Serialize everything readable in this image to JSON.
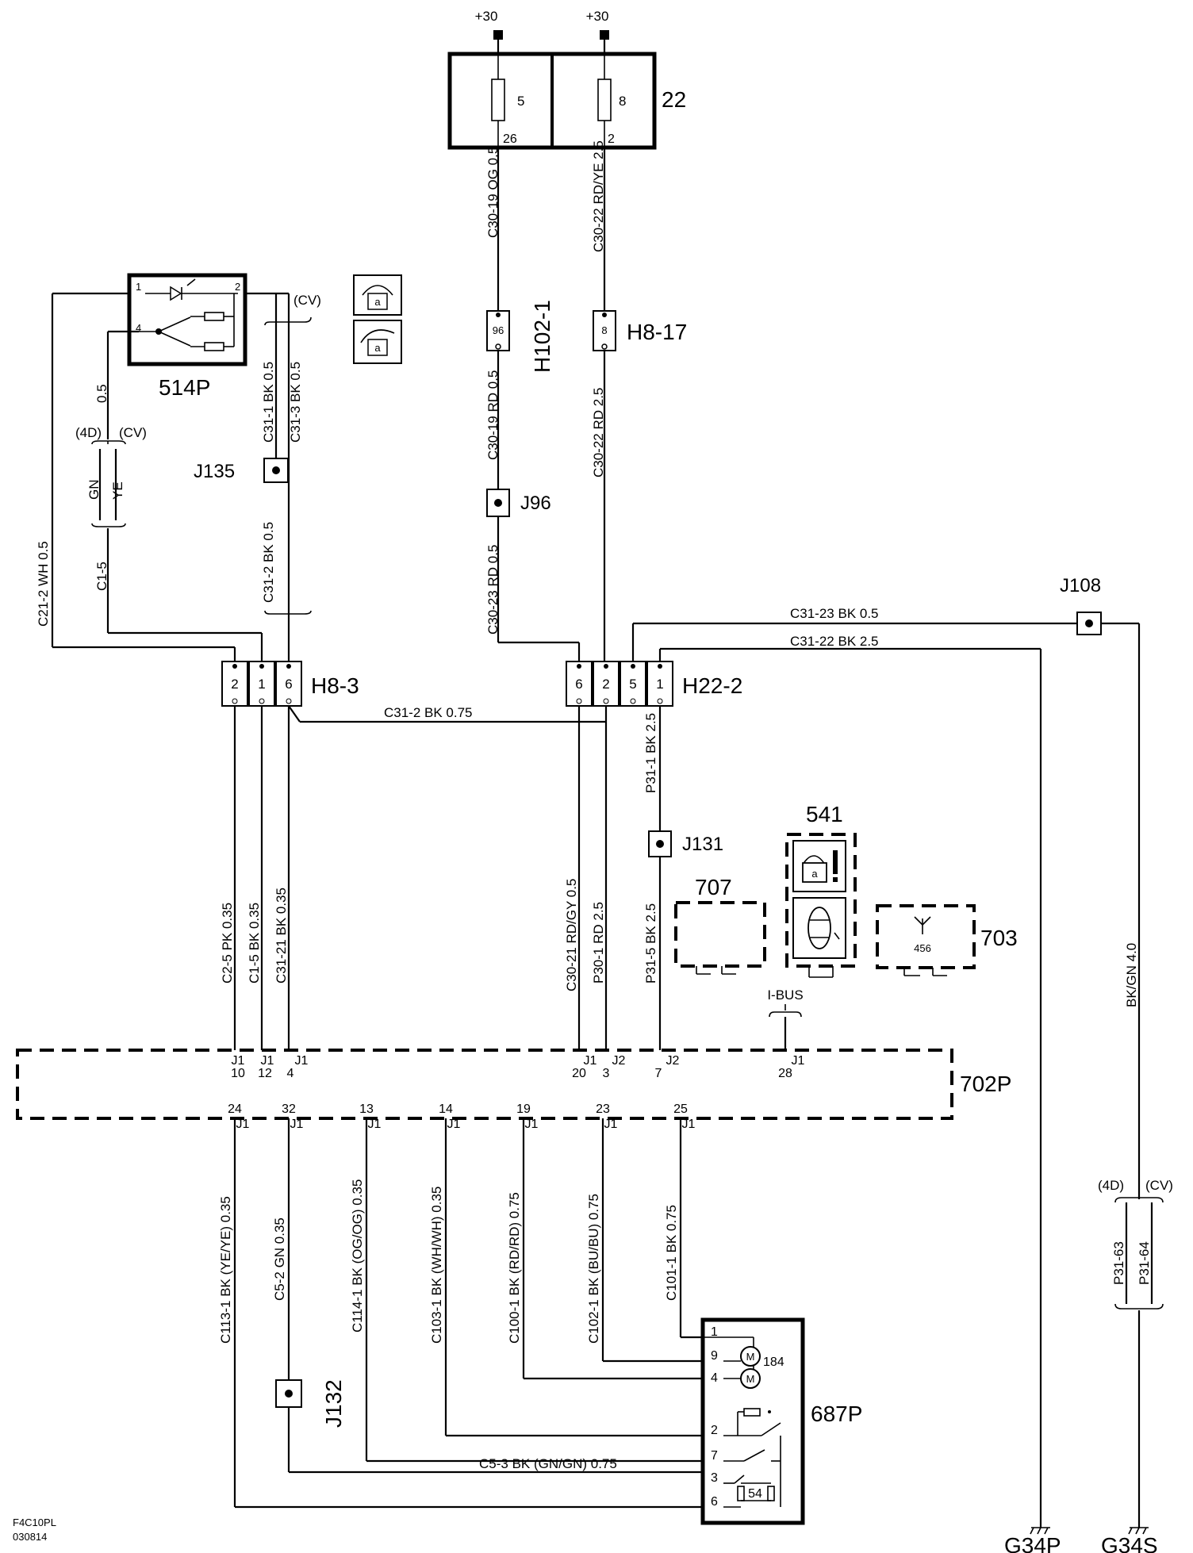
{
  "supply": {
    "left": "+30",
    "right": "+30"
  },
  "fusebox": {
    "id": "22",
    "fuse_left": "5",
    "fuse_left_pin": "26",
    "fuse_right": "8",
    "fuse_right_pin": "2"
  },
  "wires": {
    "c30_19_og": "C30-19  OG  0.5",
    "c30_22_rdye": "C30-22  RD/YE  2.5",
    "c30_19_rd": "C30-19  RD  0.5",
    "c30_22_rd": "C30-22  RD  2.5",
    "c30_23_rd": "C30-23  RD  0.5",
    "c21_2_wh": "C21-2  WH  0.5",
    "c1_5": "C1-5",
    "gn": "GN",
    "ye": "YE",
    "w_05": "0.5",
    "c31_1": "C31-1  BK  0.5",
    "c31_3": "C31-3  BK  0.5",
    "c31_2_top": "C31-2  BK  0.5",
    "c31_23": "C31-23   BK    0.5",
    "c31_22": "C31-22   BK    2.5",
    "c31_2_mid": "C31-2   BK  0.75",
    "c2_5": "C2-5  PK  0.35",
    "c1_5_low": "C1-5  BK  0.35",
    "c31_21": "C31-21  BK  0.35",
    "c30_21": "C30-21  RD/GY  0.5",
    "p30_1": "P30-1  RD   2.5",
    "p31_1": "P31-1  BK  2.5",
    "p31_5": "P31-5  BK    2.5",
    "bkgn": "BK/GN  4.0",
    "p31_63": "P31-63",
    "p31_64": "P31-64",
    "c113_1": "C113-1  BK  (YE/YE)  0.35",
    "c5_2": "C5-2  GN  0.35",
    "c114_1": "C114-1  BK  (OG/OG)  0.35",
    "c103_1": "C103-1  BK  (WH/WH)  0.35",
    "c100_1": "C100-1  BK  (RD/RD)  0.75",
    "c102_1": "C102-1  BK  (BU/BU)  0.75",
    "c101_1": "C101-1  BK  0.75",
    "c5_3": "C5-3   BK  (GN/GN)   0.75"
  },
  "variants": {
    "cv": "(CV)",
    "d4": "(4D)"
  },
  "connectors": {
    "h102_1": "H102-1",
    "h102_1_pin": "96",
    "h8_17": "H8-17",
    "h8_17_pin": "8",
    "h8_3": "H8-3",
    "h8_3_pins": [
      "2",
      "1",
      "6"
    ],
    "h22_2": "H22-2",
    "h22_2_pins": [
      "6",
      "2",
      "5",
      "1"
    ]
  },
  "splices": {
    "j135": "J135",
    "j96": "J96",
    "j108": "J108",
    "j131": "J131",
    "j132": "J132"
  },
  "components": {
    "c514p": "514P",
    "c514p_pins": [
      "1",
      "2",
      "4"
    ],
    "c541": "541",
    "c707": "707",
    "c703": "703",
    "c703_code": "456",
    "c702p": "702P",
    "c687p": "687P",
    "motor_code": "184",
    "switch_code": "54",
    "ibus": "I-BUS"
  },
  "module_pins_top": [
    {
      "n": "10",
      "j": "J1"
    },
    {
      "n": "12",
      "j": "J1"
    },
    {
      "n": "4",
      "j": "J1"
    },
    {
      "n": "20",
      "j": "J1"
    },
    {
      "n": "3",
      "j": "J2"
    },
    {
      "n": "7",
      "j": "J2"
    },
    {
      "n": "28",
      "j": "J1"
    }
  ],
  "module_pins_bottom": [
    {
      "n": "24",
      "j": "J1"
    },
    {
      "n": "32",
      "j": "J1"
    },
    {
      "n": "13",
      "j": "J1"
    },
    {
      "n": "14",
      "j": "J1"
    },
    {
      "n": "19",
      "j": "J1"
    },
    {
      "n": "23",
      "j": "J1"
    },
    {
      "n": "25",
      "j": "J1"
    }
  ],
  "c687_pins": [
    "1",
    "9",
    "4",
    "2",
    "7",
    "3",
    "6"
  ],
  "grounds": {
    "g34p": "G34P",
    "g34s": "G34S"
  },
  "footer": {
    "code": "F4C10PL",
    "date": "030814"
  }
}
